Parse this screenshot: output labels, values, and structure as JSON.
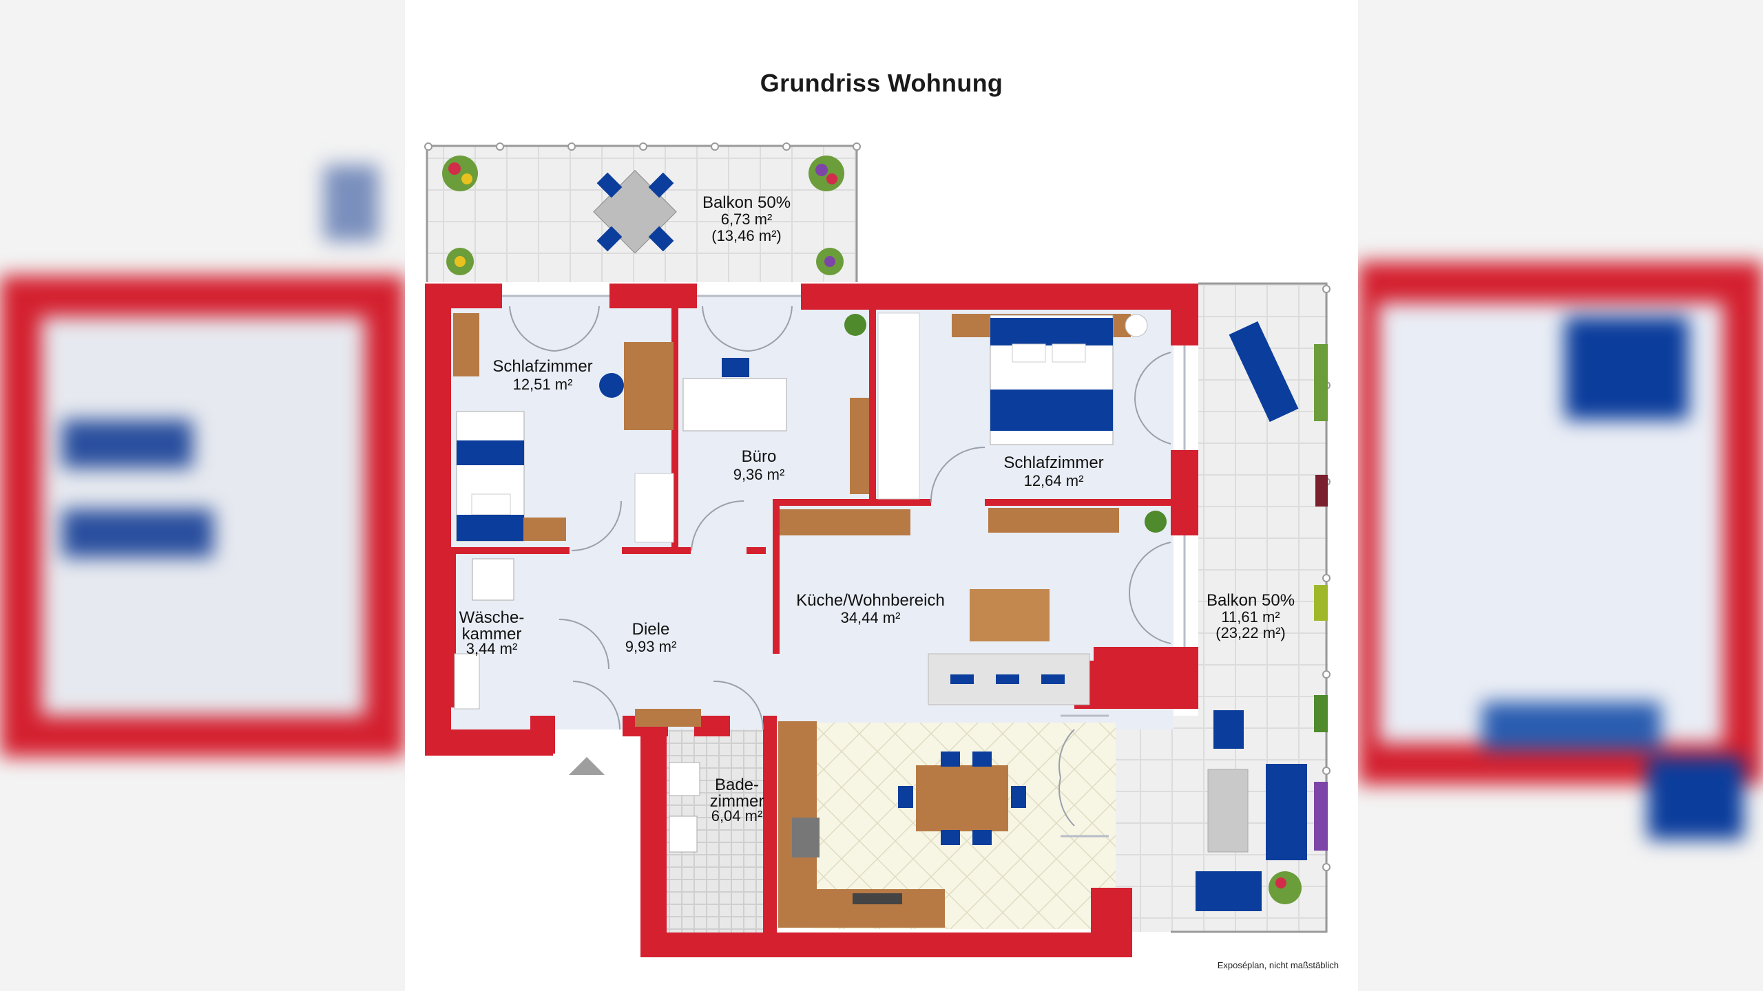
{
  "title": "Grundriss Wohnung",
  "footnote": "Exposéplan, nicht maßstäblich",
  "colors": {
    "wall": "#d4202f",
    "floor": "#e9edf5",
    "balcony": "#efefef",
    "kitchen_floor": "#f7f6e4",
    "blue": "#0b3d9c",
    "wood": "#b77a44"
  },
  "rooms": {
    "balkon_top": {
      "name": "Balkon 50%",
      "area": "6,73 m²",
      "full": "(13,46 m²)"
    },
    "schlaf_left": {
      "name": "Schlafzimmer",
      "area": "12,51 m²"
    },
    "buero": {
      "name": "Büro",
      "area": "9,36 m²"
    },
    "schlaf_right": {
      "name": "Schlafzimmer",
      "area": "12,64 m²"
    },
    "waesche": {
      "name1": "Wäsche-",
      "name2": "kammer",
      "area": "3,44 m²"
    },
    "diele": {
      "name": "Diele",
      "area": "9,93 m²"
    },
    "kueche": {
      "name": "Küche/Wohnbereich",
      "area": "34,44 m²"
    },
    "balkon_right": {
      "name": "Balkon 50%",
      "area": "11,61 m²",
      "full": "(23,22 m²)"
    },
    "bad": {
      "name1": "Bade-",
      "name2": "zimmer",
      "area": "6,04 m²"
    }
  },
  "icons": [
    "entrance-arrow-icon",
    "plant-icon",
    "bed-icon",
    "sofa-icon",
    "dining-table-icon",
    "desk-icon",
    "door-swing-icon"
  ]
}
